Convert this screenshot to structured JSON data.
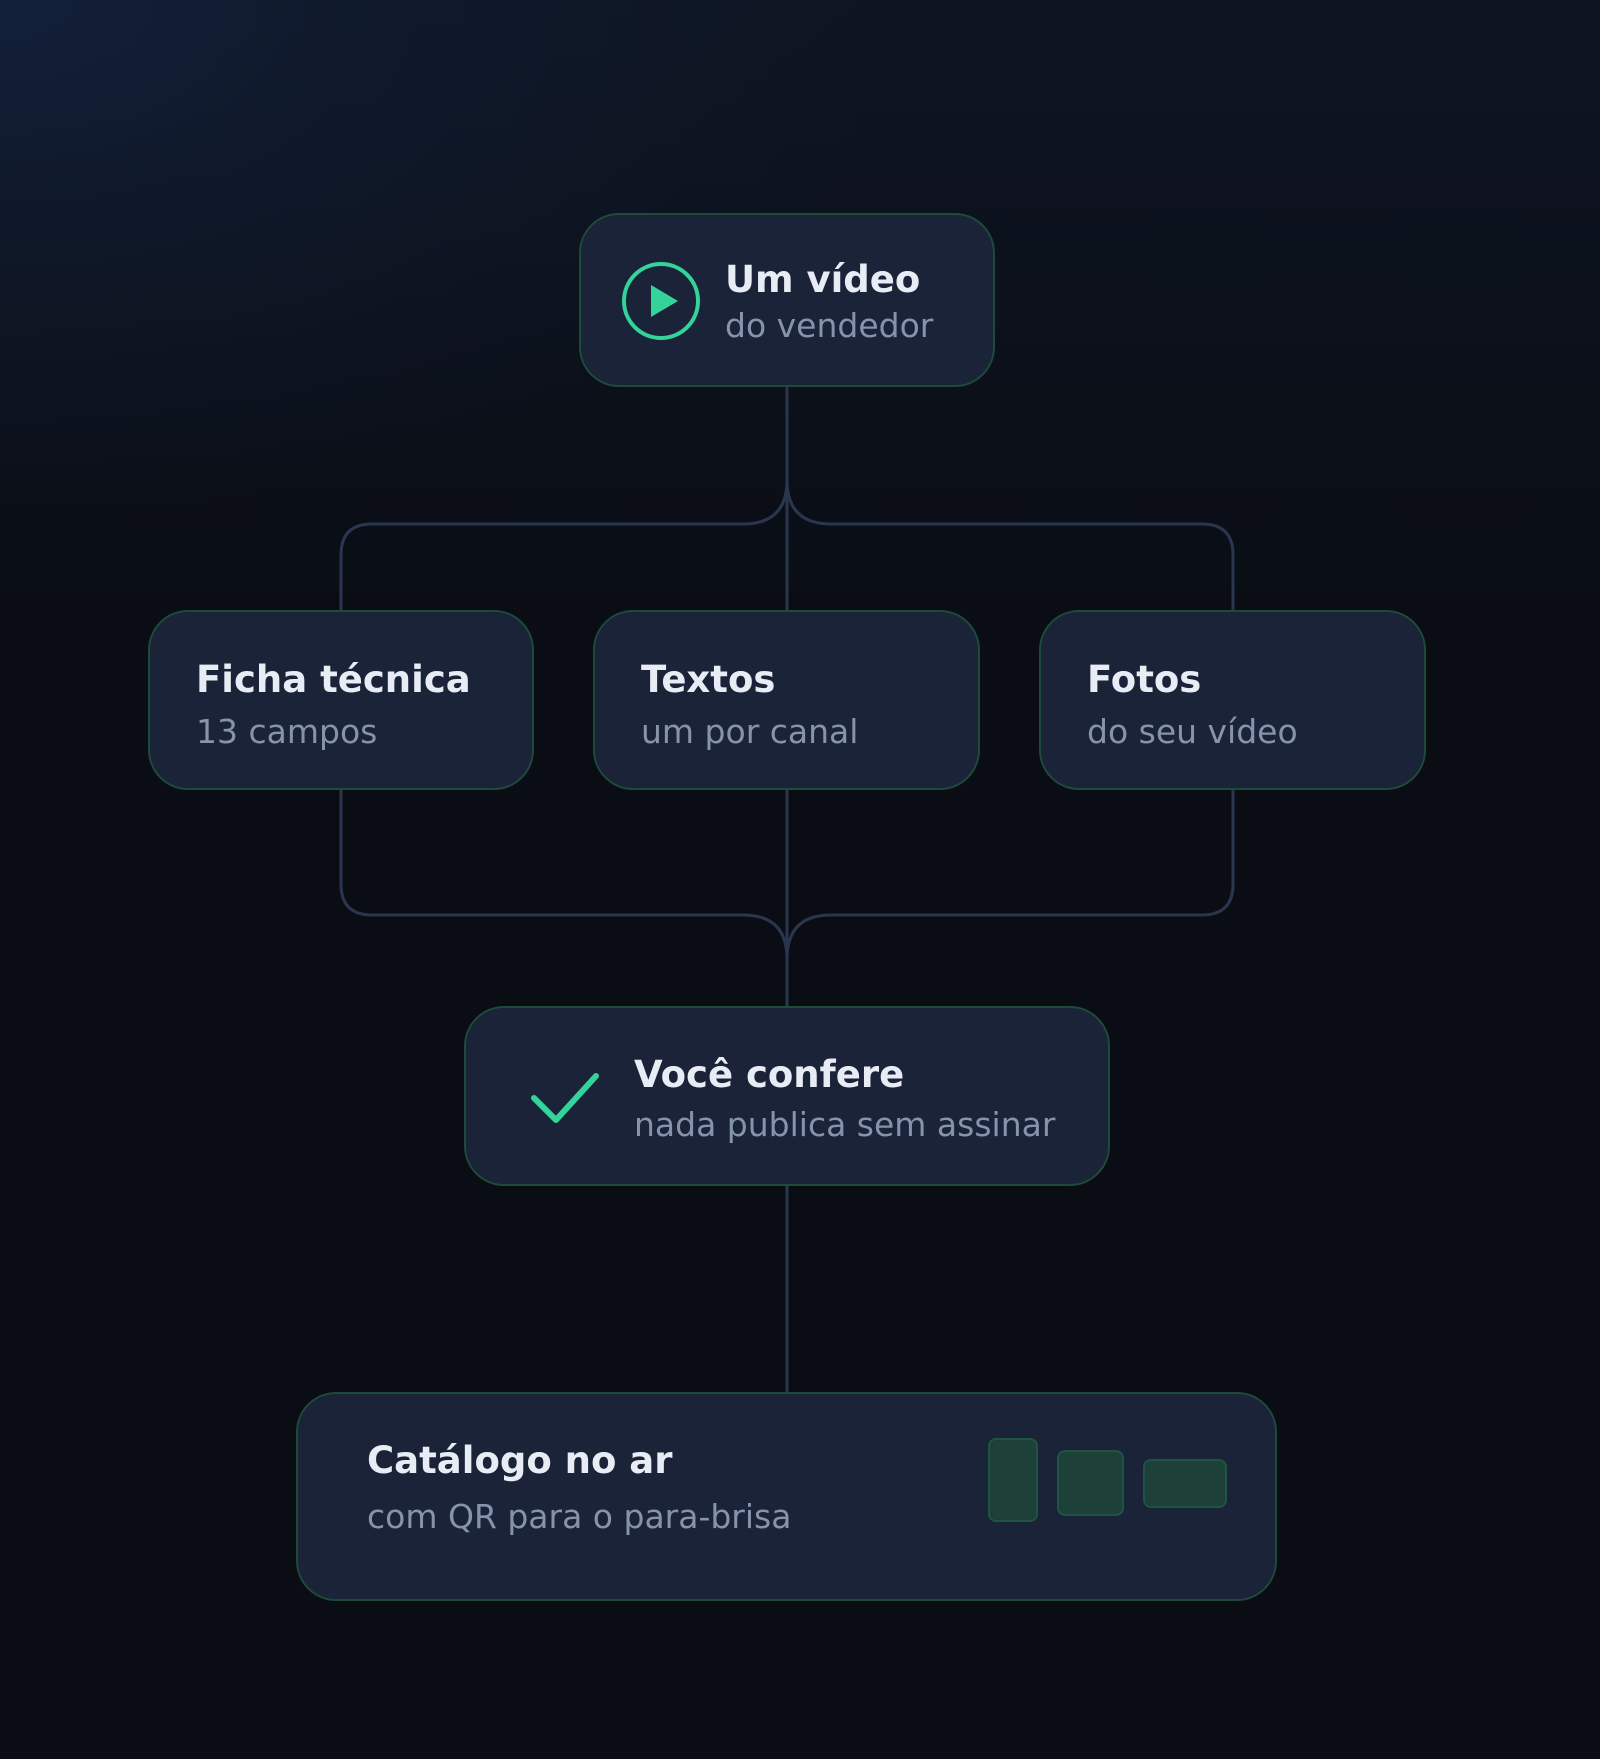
{
  "colors": {
    "background": "#0a0d14",
    "node_fill": "#1a2338",
    "node_border": "#1e4a3a",
    "connector": "#2a3650",
    "accent": "#34d399",
    "title_text": "#e8edf5",
    "subtitle_text": "#8593ab"
  },
  "source": {
    "title": "Um vídeo",
    "subtitle": "do vendedor",
    "icon": "play-circle-icon"
  },
  "outputs": [
    {
      "title": "Ficha técnica",
      "subtitle": "13 campos"
    },
    {
      "title": "Textos",
      "subtitle": "um por canal"
    },
    {
      "title": "Fotos",
      "subtitle": "do seu vídeo"
    }
  ],
  "review": {
    "title": "Você confere",
    "subtitle": "nada publica sem assinar",
    "icon": "checkmark-icon"
  },
  "result": {
    "title": "Catálogo no ar",
    "subtitle": "com QR para o para-brisa",
    "icon": "device-thumbnails-icon"
  }
}
